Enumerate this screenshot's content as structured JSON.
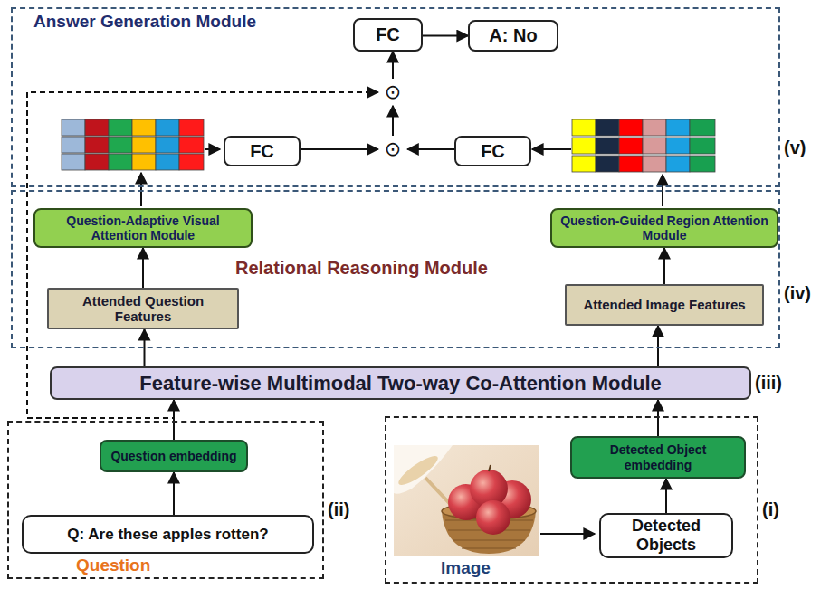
{
  "diagram": {
    "nodes": [
      {
        "text": [
          "Answer Generation Module"
        ]
      },
      {
        "text": [
          "FC"
        ],
        "in": 0
      },
      {
        "text": [
          "A: No"
        ],
        "in": 0
      },
      {
        "text": [
          "⊙"
        ],
        "in": 0
      },
      {
        "text": [
          "FC"
        ],
        "in": 0
      },
      {
        "text": [
          "⊙"
        ],
        "in": 0
      },
      {
        "text": [
          "FC"
        ],
        "in": 0
      },
      {
        "text": [
          "Relational Reasoning Module"
        ]
      },
      {
        "text": [
          "Question-Adaptive Visual Attention Module"
        ],
        "in": 7
      },
      {
        "text": [
          "Question-Guided Region Attention Module"
        ],
        "in": 7
      },
      {
        "text": [
          "Attended Question Features"
        ],
        "in": 7
      },
      {
        "text": [
          "Attended Image Features"
        ],
        "in": 7
      },
      {
        "text": [
          "Feature-wise Multimodal Two-way Co-Attention Module"
        ]
      },
      {
        "text": [
          "Question"
        ]
      },
      {
        "text": [
          "Question embedding"
        ],
        "in": 13
      },
      {
        "text": [
          "Q: Are these apples rotten?"
        ],
        "in": 13
      },
      {
        "text": [
          "Image"
        ]
      },
      {
        "text": [
          "Detected Object embedding"
        ],
        "in": 16
      },
      {
        "text": [
          "Detected Objects"
        ],
        "in": 16
      }
    ],
    "edges": [
      {
        "from": 3,
        "to": 1,
        "arrow": "to"
      },
      {
        "from": 1,
        "to": 2,
        "arrow": "to"
      },
      {
        "from": 5,
        "to": 3,
        "arrow": "to"
      },
      {
        "from": 4,
        "to": 5,
        "arrow": "to"
      },
      {
        "from": 6,
        "to": 5,
        "arrow": "to"
      },
      {
        "from": 10,
        "to": 8,
        "arrow": "to"
      },
      {
        "from": 11,
        "to": 9,
        "arrow": "to"
      },
      {
        "from": 12,
        "to": 10,
        "arrow": "to"
      },
      {
        "from": 12,
        "to": 11,
        "arrow": "to"
      },
      {
        "from": 14,
        "to": 12,
        "arrow": "to"
      },
      {
        "from": 15,
        "to": 14,
        "arrow": "to"
      },
      {
        "from": 18,
        "to": 17,
        "arrow": "to"
      },
      {
        "from": 17,
        "to": 12,
        "arrow": "to"
      },
      {
        "from": 14,
        "to": 3,
        "arrow": "to"
      }
    ],
    "labels": [
      "(v)",
      "(iv)",
      "(iii)",
      "(ii)",
      "(i)"
    ]
  }
}
